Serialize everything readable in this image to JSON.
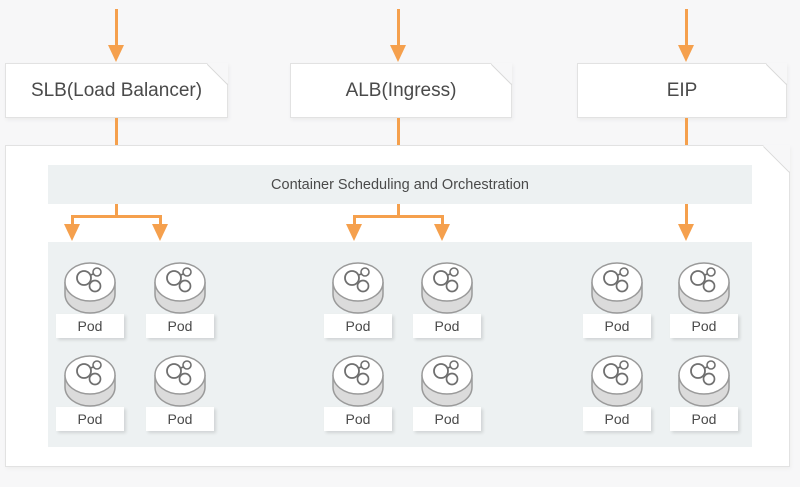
{
  "diagram": {
    "entry_nodes": [
      {
        "id": "slb",
        "label": "SLB(Load Balancer)"
      },
      {
        "id": "alb",
        "label": "ALB(Ingress)"
      },
      {
        "id": "eip",
        "label": "EIP"
      }
    ],
    "cluster": {
      "header": "Container Scheduling and Orchestration",
      "pod_label": "Pod",
      "pod_groups": [
        {
          "name": "slb-pods",
          "pod_count": 4
        },
        {
          "name": "alb-pods",
          "pod_count": 4
        },
        {
          "name": "eip-pods",
          "pod_count": 4
        }
      ]
    },
    "colors": {
      "arrow_orange": "#f5a04d",
      "panel_bg": "#edf1f2",
      "page_bg": "#f7f7f8",
      "node_bg": "#ffffff",
      "node_border": "#e2e2e2",
      "text": "#4a4a4a"
    }
  }
}
